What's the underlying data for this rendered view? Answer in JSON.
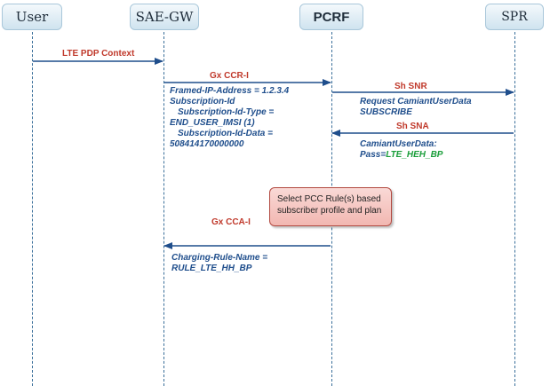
{
  "actors": {
    "user": "User",
    "sae_gw": "SAE-GW",
    "pcrf": "PCRF",
    "spr": "SPR"
  },
  "messages": {
    "lte_pdp": "LTE PDP Context",
    "gx_ccr": "Gx CCR-I",
    "sh_snr": "Sh SNR",
    "sh_sna": "Sh SNA",
    "gx_cca": "Gx CCA-I"
  },
  "ccr_params": {
    "line1": "Framed-IP-Address = 1.2.3.4",
    "line2": "Subscription-Id",
    "line3": "Subscription-Id-Type =",
    "line4": "END_USER_IMSI (1)",
    "line5": "Subscription-Id-Data =",
    "line6": "508414170000000"
  },
  "snr_params": {
    "line1": "Request CamiantUserData",
    "line2": "SUBSCRIBE"
  },
  "sna_params": {
    "line1": "CamiantUserData:",
    "pass_prefix": "Pass=",
    "pass_value": "LTE_HEH_BP"
  },
  "cca_params": {
    "line1": "Charging-Rule-Name =",
    "line2": "RULE_LTE_HH_BP"
  },
  "note": {
    "text": "Select PCC Rule(s) based subscriber profile and plan"
  },
  "colors": {
    "arrow": "#1f4e8c",
    "message_label": "#c0392b",
    "params": "#1f4e8c",
    "pass_value": "#1a9e3a",
    "note_fill": "#f4c2bd"
  }
}
